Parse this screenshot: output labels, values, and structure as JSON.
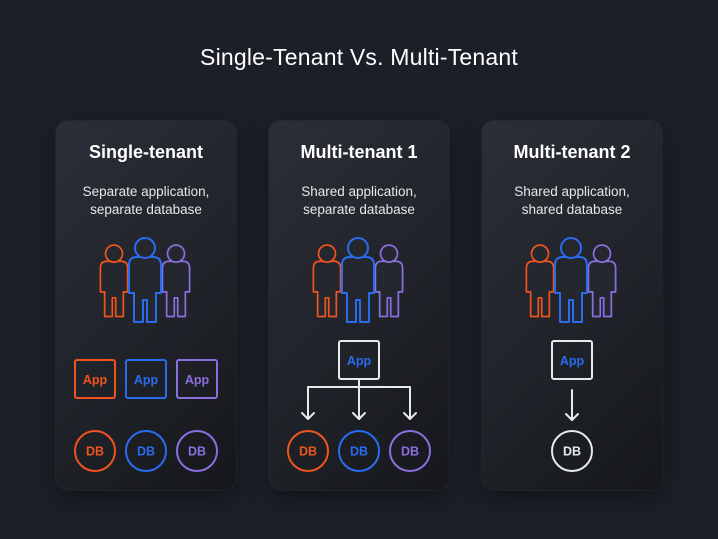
{
  "title": "Single-Tenant Vs. Multi-Tenant",
  "colors": {
    "background": "#1c1f27",
    "orange": "#f0541e",
    "blue": "#2a6cf0",
    "purple": "#8b6fe0",
    "white": "#e9eaee"
  },
  "cards": [
    {
      "title": "Single-tenant",
      "subtitle_line1": "Separate application,",
      "subtitle_line2": "separate database",
      "people_icon": "users-group-icon",
      "apps": [
        "App",
        "App",
        "App"
      ],
      "dbs": [
        "DB",
        "DB",
        "DB"
      ]
    },
    {
      "title": "Multi-tenant 1",
      "subtitle_line1": "Shared application,",
      "subtitle_line2": "separate database",
      "people_icon": "users-group-icon",
      "apps": [
        "App"
      ],
      "dbs": [
        "DB",
        "DB",
        "DB"
      ]
    },
    {
      "title": "Multi-tenant 2",
      "subtitle_line1": "Shared application,",
      "subtitle_line2": "shared database",
      "people_icon": "users-group-icon",
      "apps": [
        "App"
      ],
      "dbs": [
        "DB"
      ]
    }
  ]
}
